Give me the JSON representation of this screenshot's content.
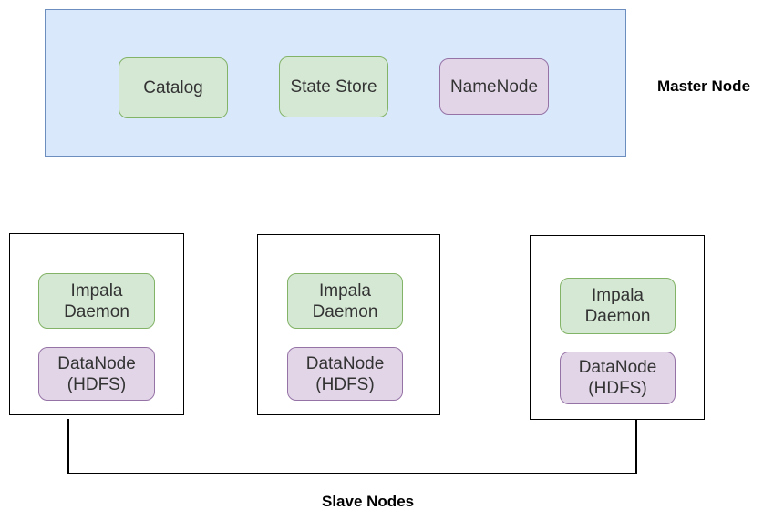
{
  "master": {
    "label": "Master Node",
    "components": [
      {
        "label": "Catalog"
      },
      {
        "label": "State Store"
      },
      {
        "label": "NameNode"
      }
    ]
  },
  "slaves": {
    "label": "Slave Nodes",
    "nodes": [
      {
        "daemon": "Impala\nDaemon",
        "datanode": "DataNode\n(HDFS)"
      },
      {
        "daemon": "Impala\nDaemon",
        "datanode": "DataNode\n(HDFS)"
      },
      {
        "daemon": "Impala\nDaemon",
        "datanode": "DataNode\n(HDFS)"
      }
    ]
  },
  "colors": {
    "master_fill": "#dae8fc",
    "master_stroke": "#6c8ebf",
    "green_fill": "#d5e8d4",
    "green_stroke": "#82b366",
    "purple_fill": "#e1d5e7",
    "purple_stroke": "#9673a6"
  }
}
